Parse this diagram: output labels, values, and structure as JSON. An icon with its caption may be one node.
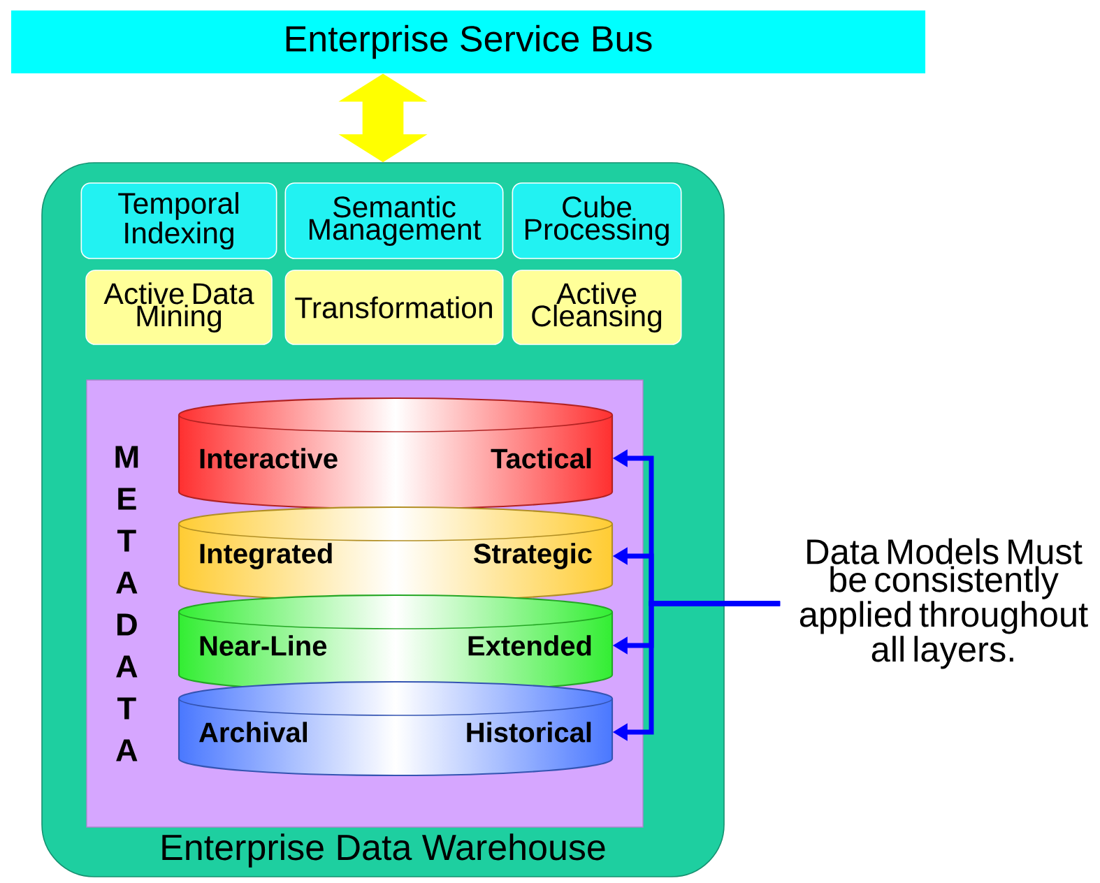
{
  "diagram": {
    "nodes": [
      {
        "text": [
          "Enterprise Service Bus"
        ]
      },
      {
        "text": [
          "Enterprise Data Warehouse"
        ]
      },
      {
        "text": [
          "Temporal Indexing"
        ],
        "in": 1
      },
      {
        "text": [
          "Semantic Management"
        ],
        "in": 1
      },
      {
        "text": [
          "Cube Processing"
        ],
        "in": 1
      },
      {
        "text": [
          "Active Data Mining"
        ],
        "in": 1
      },
      {
        "text": [
          "Transformation"
        ],
        "in": 1
      },
      {
        "text": [
          "Active Cleansing"
        ],
        "in": 1
      },
      {
        "text": [
          "METADATA"
        ],
        "in": 1
      },
      {
        "text": [
          "Interactive",
          "Tactical"
        ],
        "in": 8
      },
      {
        "text": [
          "Integrated",
          "Strategic"
        ],
        "in": 8
      },
      {
        "text": [
          "Near-Line",
          "Extended"
        ],
        "in": 8
      },
      {
        "text": [
          "Archival",
          "Historical"
        ],
        "in": 8
      },
      {
        "text": [
          "Data Models Must be consistently applied throughout all layers."
        ]
      }
    ],
    "edges": [
      {
        "from": 0,
        "to": 1,
        "arrow": "both",
        "style": "thick",
        "color": "#ffff00"
      },
      {
        "from": 13,
        "to": 9,
        "arrow": "to"
      },
      {
        "from": 13,
        "to": 10,
        "arrow": "to"
      },
      {
        "from": 13,
        "to": 11,
        "arrow": "to"
      },
      {
        "from": 13,
        "to": 12,
        "arrow": "to"
      }
    ]
  }
}
